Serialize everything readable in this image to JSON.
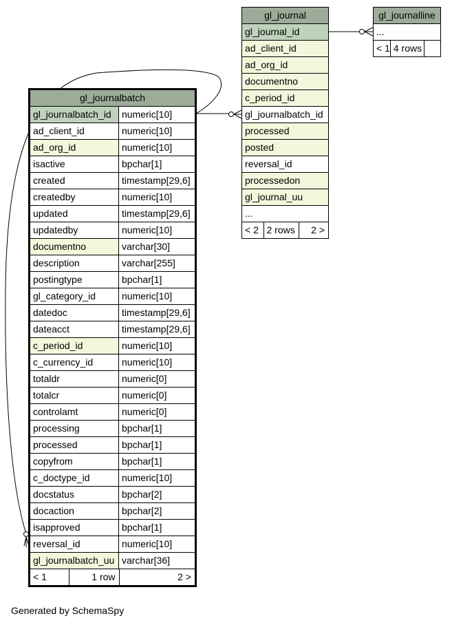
{
  "journalbatch": {
    "name": "gl_journalbatch",
    "columns": [
      {
        "name": "gl_journalbatch_id",
        "type": "numeric[10]",
        "kind": "pk"
      },
      {
        "name": "ad_client_id",
        "type": "numeric[10]",
        "kind": ""
      },
      {
        "name": "ad_org_id",
        "type": "numeric[10]",
        "kind": "fk"
      },
      {
        "name": "isactive",
        "type": "bpchar[1]",
        "kind": ""
      },
      {
        "name": "created",
        "type": "timestamp[29,6]",
        "kind": ""
      },
      {
        "name": "createdby",
        "type": "numeric[10]",
        "kind": ""
      },
      {
        "name": "updated",
        "type": "timestamp[29,6]",
        "kind": ""
      },
      {
        "name": "updatedby",
        "type": "numeric[10]",
        "kind": ""
      },
      {
        "name": "documentno",
        "type": "varchar[30]",
        "kind": "fk"
      },
      {
        "name": "description",
        "type": "varchar[255]",
        "kind": ""
      },
      {
        "name": "postingtype",
        "type": "bpchar[1]",
        "kind": ""
      },
      {
        "name": "gl_category_id",
        "type": "numeric[10]",
        "kind": ""
      },
      {
        "name": "datedoc",
        "type": "timestamp[29,6]",
        "kind": ""
      },
      {
        "name": "dateacct",
        "type": "timestamp[29,6]",
        "kind": ""
      },
      {
        "name": "c_period_id",
        "type": "numeric[10]",
        "kind": "fk"
      },
      {
        "name": "c_currency_id",
        "type": "numeric[10]",
        "kind": ""
      },
      {
        "name": "totaldr",
        "type": "numeric[0]",
        "kind": ""
      },
      {
        "name": "totalcr",
        "type": "numeric[0]",
        "kind": ""
      },
      {
        "name": "controlamt",
        "type": "numeric[0]",
        "kind": ""
      },
      {
        "name": "processing",
        "type": "bpchar[1]",
        "kind": ""
      },
      {
        "name": "processed",
        "type": "bpchar[1]",
        "kind": ""
      },
      {
        "name": "copyfrom",
        "type": "bpchar[1]",
        "kind": ""
      },
      {
        "name": "c_doctype_id",
        "type": "numeric[10]",
        "kind": ""
      },
      {
        "name": "docstatus",
        "type": "bpchar[2]",
        "kind": ""
      },
      {
        "name": "docaction",
        "type": "bpchar[2]",
        "kind": ""
      },
      {
        "name": "isapproved",
        "type": "bpchar[1]",
        "kind": ""
      },
      {
        "name": "reversal_id",
        "type": "numeric[10]",
        "kind": ""
      },
      {
        "name": "gl_journalbatch_uu",
        "type": "varchar[36]",
        "kind": "fk"
      }
    ],
    "nav": {
      "prev": "< 1",
      "rows": "1 row",
      "next": "2 >"
    }
  },
  "journal": {
    "name": "gl_journal",
    "columns": [
      {
        "name": "gl_journal_id",
        "kind": "pk"
      },
      {
        "name": "ad_client_id",
        "kind": "fk"
      },
      {
        "name": "ad_org_id",
        "kind": "fk"
      },
      {
        "name": "documentno",
        "kind": "fk"
      },
      {
        "name": "c_period_id",
        "kind": "fk"
      },
      {
        "name": "gl_journalbatch_id",
        "kind": ""
      },
      {
        "name": "processed",
        "kind": "fk"
      },
      {
        "name": "posted",
        "kind": "fk"
      },
      {
        "name": "reversal_id",
        "kind": ""
      },
      {
        "name": "processedon",
        "kind": "fk"
      },
      {
        "name": "gl_journal_uu",
        "kind": "fk"
      },
      {
        "name": "...",
        "kind": ""
      }
    ],
    "nav": {
      "prev": "< 2",
      "rows": "2 rows",
      "next": "2 >"
    }
  },
  "journalline": {
    "name": "gl_journalline",
    "columns": [
      {
        "name": "...",
        "kind": ""
      }
    ],
    "nav": {
      "prev": "< 1",
      "rows": "4 rows",
      "next": ""
    }
  },
  "footer": {
    "text": "Generated by SchemaSpy"
  }
}
